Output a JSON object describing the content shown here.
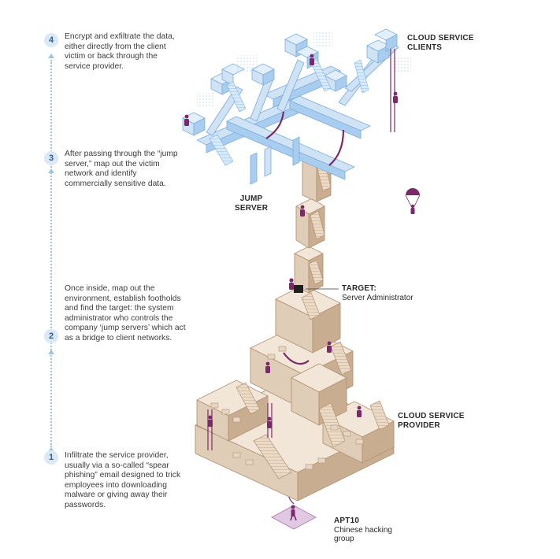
{
  "steps": [
    {
      "number": "1",
      "text": "Infiltrate the service provider, usually via a so-called “spear phishing” email designed to trick employees into downloading malware or giving away their passwords."
    },
    {
      "number": "2",
      "text": "Once inside, map out the environment, establish footholds and find the target: the system administrator who controls the company ‘jump servers’ which act as a bridge to client networks."
    },
    {
      "number": "3",
      "text": "After passing through the “jump server,” map out the victim network and identify commercially sensitive data."
    },
    {
      "number": "4",
      "text": "Encrypt and exfiltrate the data, either directly from the client victim or back through the service provider."
    }
  ],
  "labels": {
    "cloud_clients": {
      "line1": "CLOUD SERVICE",
      "line2": "CLIENTS"
    },
    "jump_server": {
      "line1": "JUMP",
      "line2": "SERVER"
    },
    "target": {
      "title": "TARGET:",
      "sub": "Server Administrator"
    },
    "provider": {
      "line1": "CLOUD SERVICE",
      "line2": "PROVIDER"
    },
    "apt": {
      "title": "APT10",
      "sub1": "Chinese hacking",
      "sub2": "group"
    }
  },
  "colors": {
    "blue_face": "#cfe3f5",
    "blue_side": "#a9cdee",
    "blue_edge": "#7fb0df",
    "tan_top": "#f2e6d8",
    "tan_left": "#e0cdb7",
    "tan_right": "#c9ad90",
    "tan_edge": "#b39475",
    "hacker": "#7a2a6a",
    "badge_bg": "#dbe9f6",
    "badge_text": "#2f5f93",
    "dotted_line": "#9cc3e6"
  }
}
